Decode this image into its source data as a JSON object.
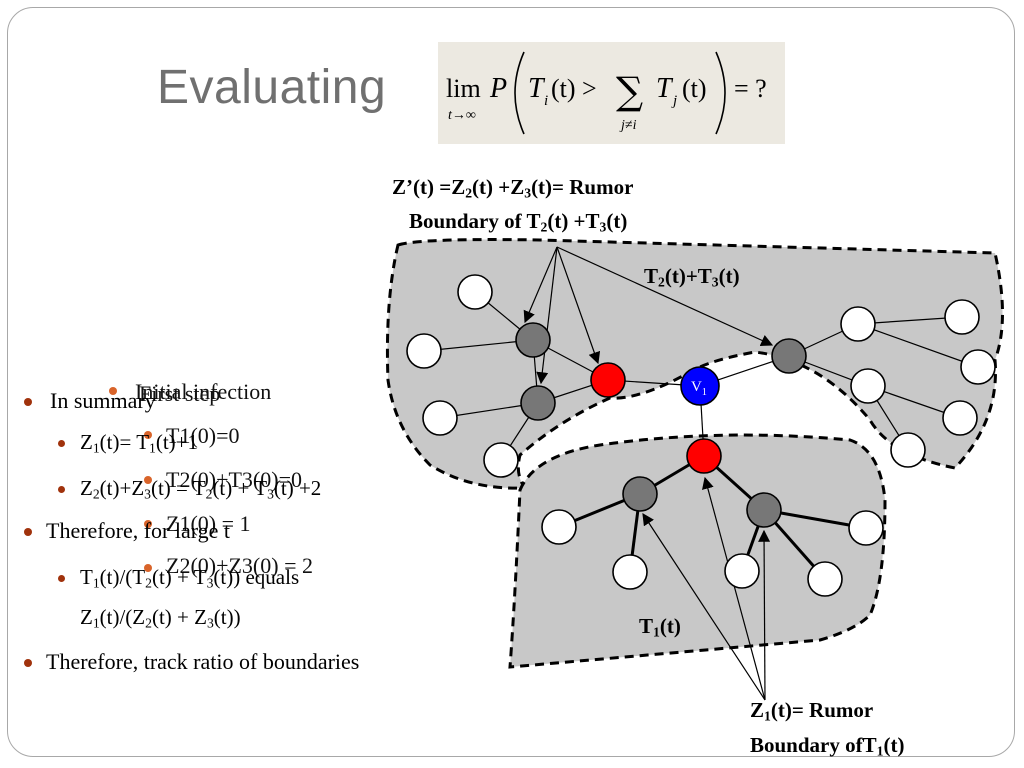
{
  "title": "Evaluating",
  "formula": {
    "lim": "lim",
    "lim_sub": "t→∞",
    "p": "P",
    "ti": "T",
    "ti_sub": "i",
    "t_arg1": "(t) >",
    "sum": "∑",
    "sum_sub": "j≠i",
    "tj": "T",
    "tj_sub": "j",
    "t_arg2": "(t)",
    "equals": "= ?"
  },
  "bullets": {
    "in_summary": "In summary",
    "z1_a": "Z",
    "z1_b": "1",
    "z1_c": "(t)= T",
    "z1_d": "1",
    "z1_e": "(t)+1",
    "z23_a": "Z",
    "z23_b": "2",
    "z23_c": "(t)+Z",
    "z23_d": "3",
    "z23_e": "(t) = T",
    "z23_f": "2",
    "z23_g": "(t) + T",
    "z23_h": "3",
    "z23_i": "(t) +2",
    "therefore_large": "Therefore, for large t",
    "ratio_a": "T",
    "ratio_b": "1",
    "ratio_c": "(t)/(T",
    "ratio_d": "2",
    "ratio_e": "(t) + T",
    "ratio_f": "3",
    "ratio_g": "(t)) equals",
    "ratio2_a": "Z",
    "ratio2_b": "1",
    "ratio2_c": "(t)/(Z",
    "ratio2_d": "2",
    "ratio2_e": "(t) + Z",
    "ratio2_f": "3",
    "ratio2_g": "(t))",
    "track": "Therefore, track ratio of boundaries"
  },
  "overlay": {
    "initial_infection": "Initial infection",
    "first_step": "First step",
    "t1_0": "T1(0)=0",
    "t23_0": "T2(0)+T3(0)=0",
    "z1_0": "Z1(0) = 1",
    "z23_0": "Z2(0)+Z3(0) = 2"
  },
  "diagram": {
    "top_label_a": "Z’(t) =Z",
    "top_label_b": "2",
    "top_label_c": "(t) +Z",
    "top_label_d": "3",
    "top_label_e": "(t)= Rumor",
    "top_label2_a": "Boundary of T",
    "top_label2_b": "2",
    "top_label2_c": "(t) +T",
    "top_label2_d": "3",
    "top_label2_e": "(t)",
    "region_upper_a": "T",
    "region_upper_b": "2",
    "region_upper_c": "(t)+T",
    "region_upper_d": "3",
    "region_upper_e": "(t)",
    "region_lower_a": "T",
    "region_lower_b": "1",
    "region_lower_c": "(t)",
    "bottom_label_a": "Z",
    "bottom_label_b": "1",
    "bottom_label_c": "(t)= Rumor",
    "bottom_label2_a": "Boundary ofT",
    "bottom_label2_b": "1",
    "bottom_label2_c": "(t)",
    "v1_a": "V",
    "v1_b": "1"
  },
  "colors": {
    "infected": "#ff0000",
    "boundary": "#777777",
    "source": "#0000ff",
    "region": "#c8c8c8",
    "bullet": "#a0320c"
  }
}
